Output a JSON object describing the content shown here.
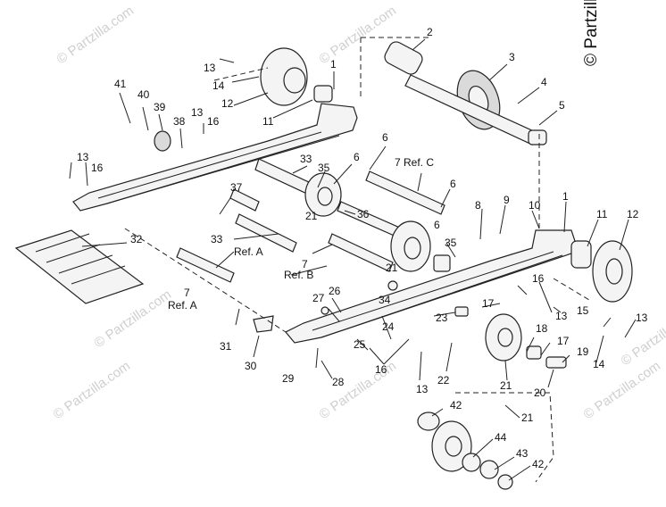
{
  "copyright": "© Partzilla.com",
  "watermark": "© Partzilla.com",
  "callouts": {
    "c1": "1",
    "c2": "2",
    "c3": "3",
    "c4": "4",
    "c5": "5",
    "c6": "6",
    "c7": "7",
    "c8": "8",
    "c9": "9",
    "c10": "10",
    "c11": "11",
    "c12": "12",
    "c13": "13",
    "c14": "14",
    "c15": "15",
    "c16": "16",
    "c17": "17",
    "c18": "18",
    "c19": "19",
    "c20": "20",
    "c21": "21",
    "c22": "22",
    "c23": "23",
    "c24": "24",
    "c25": "25",
    "c26": "26",
    "c27": "27",
    "c28": "28",
    "c29": "29",
    "c30": "30",
    "c31": "31",
    "c32": "32",
    "c33": "33",
    "c34": "34",
    "c35": "35",
    "c36": "36",
    "c37": "37",
    "c38": "38",
    "c39": "39",
    "c40": "40",
    "c41": "41",
    "c42": "42",
    "c43": "43",
    "c44": "44"
  },
  "refs": {
    "ref_c": "7 Ref. C",
    "ref_b": "Ref. B",
    "ref_a": "Ref. A"
  }
}
